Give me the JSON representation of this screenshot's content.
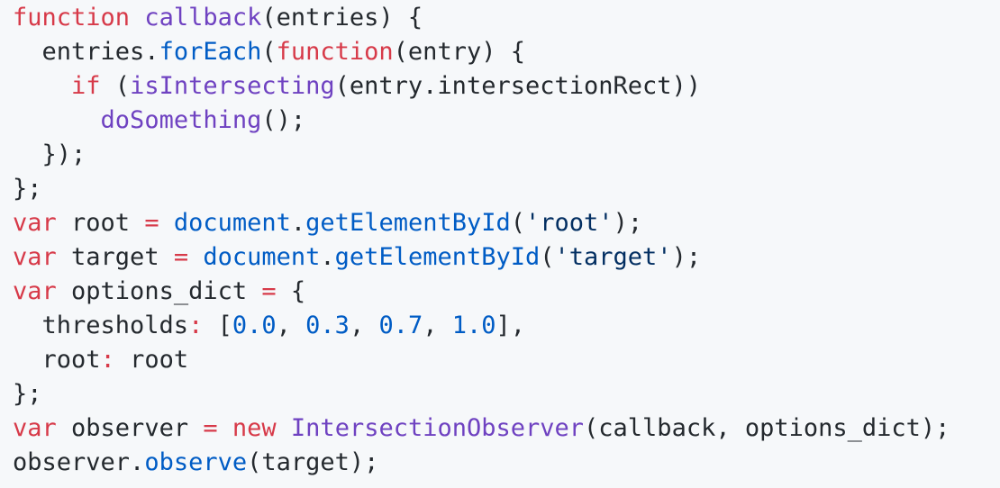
{
  "colors": {
    "background": "#f6f8fa",
    "plain": "#24292e",
    "keyword": "#d73a49",
    "function": "#6f42c1",
    "property": "#005cc5",
    "number": "#005cc5",
    "string": "#032f62",
    "operator": "#d73a49"
  },
  "code": {
    "lines": [
      [
        {
          "t": "function",
          "k": "keyword"
        },
        {
          "t": " ",
          "k": "plain"
        },
        {
          "t": "callback",
          "k": "function"
        },
        {
          "t": "(entries) {",
          "k": "plain"
        }
      ],
      [
        {
          "t": "  entries.",
          "k": "plain"
        },
        {
          "t": "forEach",
          "k": "property"
        },
        {
          "t": "(",
          "k": "plain"
        },
        {
          "t": "function",
          "k": "keyword"
        },
        {
          "t": "(entry) {",
          "k": "plain"
        }
      ],
      [
        {
          "t": "    ",
          "k": "plain"
        },
        {
          "t": "if",
          "k": "keyword"
        },
        {
          "t": " (",
          "k": "plain"
        },
        {
          "t": "isIntersecting",
          "k": "function"
        },
        {
          "t": "(entry.intersectionRect))",
          "k": "plain"
        }
      ],
      [
        {
          "t": "      ",
          "k": "plain"
        },
        {
          "t": "doSomething",
          "k": "function"
        },
        {
          "t": "();",
          "k": "plain"
        }
      ],
      [
        {
          "t": "  });",
          "k": "plain"
        }
      ],
      [
        {
          "t": "};",
          "k": "plain"
        }
      ],
      [
        {
          "t": "var",
          "k": "keyword"
        },
        {
          "t": " root ",
          "k": "plain"
        },
        {
          "t": "=",
          "k": "operator"
        },
        {
          "t": " ",
          "k": "plain"
        },
        {
          "t": "document",
          "k": "property"
        },
        {
          "t": ".",
          "k": "plain"
        },
        {
          "t": "getElementById",
          "k": "property"
        },
        {
          "t": "(",
          "k": "plain"
        },
        {
          "t": "'root'",
          "k": "string"
        },
        {
          "t": ");",
          "k": "plain"
        }
      ],
      [
        {
          "t": "var",
          "k": "keyword"
        },
        {
          "t": " target ",
          "k": "plain"
        },
        {
          "t": "=",
          "k": "operator"
        },
        {
          "t": " ",
          "k": "plain"
        },
        {
          "t": "document",
          "k": "property"
        },
        {
          "t": ".",
          "k": "plain"
        },
        {
          "t": "getElementById",
          "k": "property"
        },
        {
          "t": "(",
          "k": "plain"
        },
        {
          "t": "'target'",
          "k": "string"
        },
        {
          "t": ");",
          "k": "plain"
        }
      ],
      [
        {
          "t": "var",
          "k": "keyword"
        },
        {
          "t": " options_dict ",
          "k": "plain"
        },
        {
          "t": "=",
          "k": "operator"
        },
        {
          "t": " {",
          "k": "plain"
        }
      ],
      [
        {
          "t": "  thresholds",
          "k": "plain"
        },
        {
          "t": ":",
          "k": "operator"
        },
        {
          "t": " [",
          "k": "plain"
        },
        {
          "t": "0.0",
          "k": "number"
        },
        {
          "t": ", ",
          "k": "plain"
        },
        {
          "t": "0.3",
          "k": "number"
        },
        {
          "t": ", ",
          "k": "plain"
        },
        {
          "t": "0.7",
          "k": "number"
        },
        {
          "t": ", ",
          "k": "plain"
        },
        {
          "t": "1.0",
          "k": "number"
        },
        {
          "t": "],",
          "k": "plain"
        }
      ],
      [
        {
          "t": "  root",
          "k": "plain"
        },
        {
          "t": ":",
          "k": "operator"
        },
        {
          "t": " root",
          "k": "plain"
        }
      ],
      [
        {
          "t": "};",
          "k": "plain"
        }
      ],
      [
        {
          "t": "var",
          "k": "keyword"
        },
        {
          "t": " observer ",
          "k": "plain"
        },
        {
          "t": "=",
          "k": "operator"
        },
        {
          "t": " ",
          "k": "plain"
        },
        {
          "t": "new",
          "k": "keyword"
        },
        {
          "t": " ",
          "k": "plain"
        },
        {
          "t": "IntersectionObserver",
          "k": "function"
        },
        {
          "t": "(callback, options_dict);",
          "k": "plain"
        }
      ],
      [
        {
          "t": "observer.",
          "k": "plain"
        },
        {
          "t": "observe",
          "k": "property"
        },
        {
          "t": "(target);",
          "k": "plain"
        }
      ]
    ]
  }
}
